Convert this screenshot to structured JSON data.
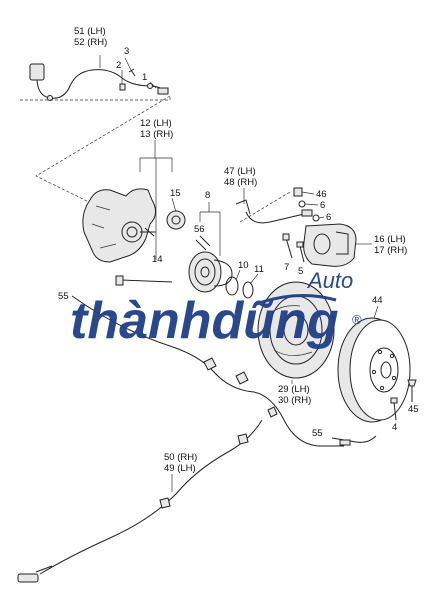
{
  "labels": {
    "p51_52": [
      "51 (LH)",
      "52 (RH)"
    ],
    "p3": "3",
    "p2": "2",
    "p1": "1",
    "p12_13": [
      "12 (LH)",
      "13 (RH)"
    ],
    "p15": "15",
    "p14": "14",
    "p8": "8",
    "p56": "56",
    "p10": "10",
    "p11": "11",
    "p47_48": [
      "47 (LH)",
      "48 (RH)"
    ],
    "p46": "46",
    "p6a": "6",
    "p6b": "6",
    "p16_17": [
      "16 (LH)",
      "17 (RH)"
    ],
    "p7": "7",
    "p5": "5",
    "p55a": "55",
    "p44": "44",
    "p29_30": [
      "29 (LH)",
      "30 (RH)"
    ],
    "p45": "45",
    "p4": "4",
    "p55b": "55",
    "p50_49": [
      "50 (RH)",
      "49 (LH)"
    ]
  },
  "watermark": {
    "brand": "thànhdũng",
    "auto": "Auto",
    "reg": "®"
  },
  "colors": {
    "ink": "#222222",
    "watermark": "#1f3f86"
  }
}
